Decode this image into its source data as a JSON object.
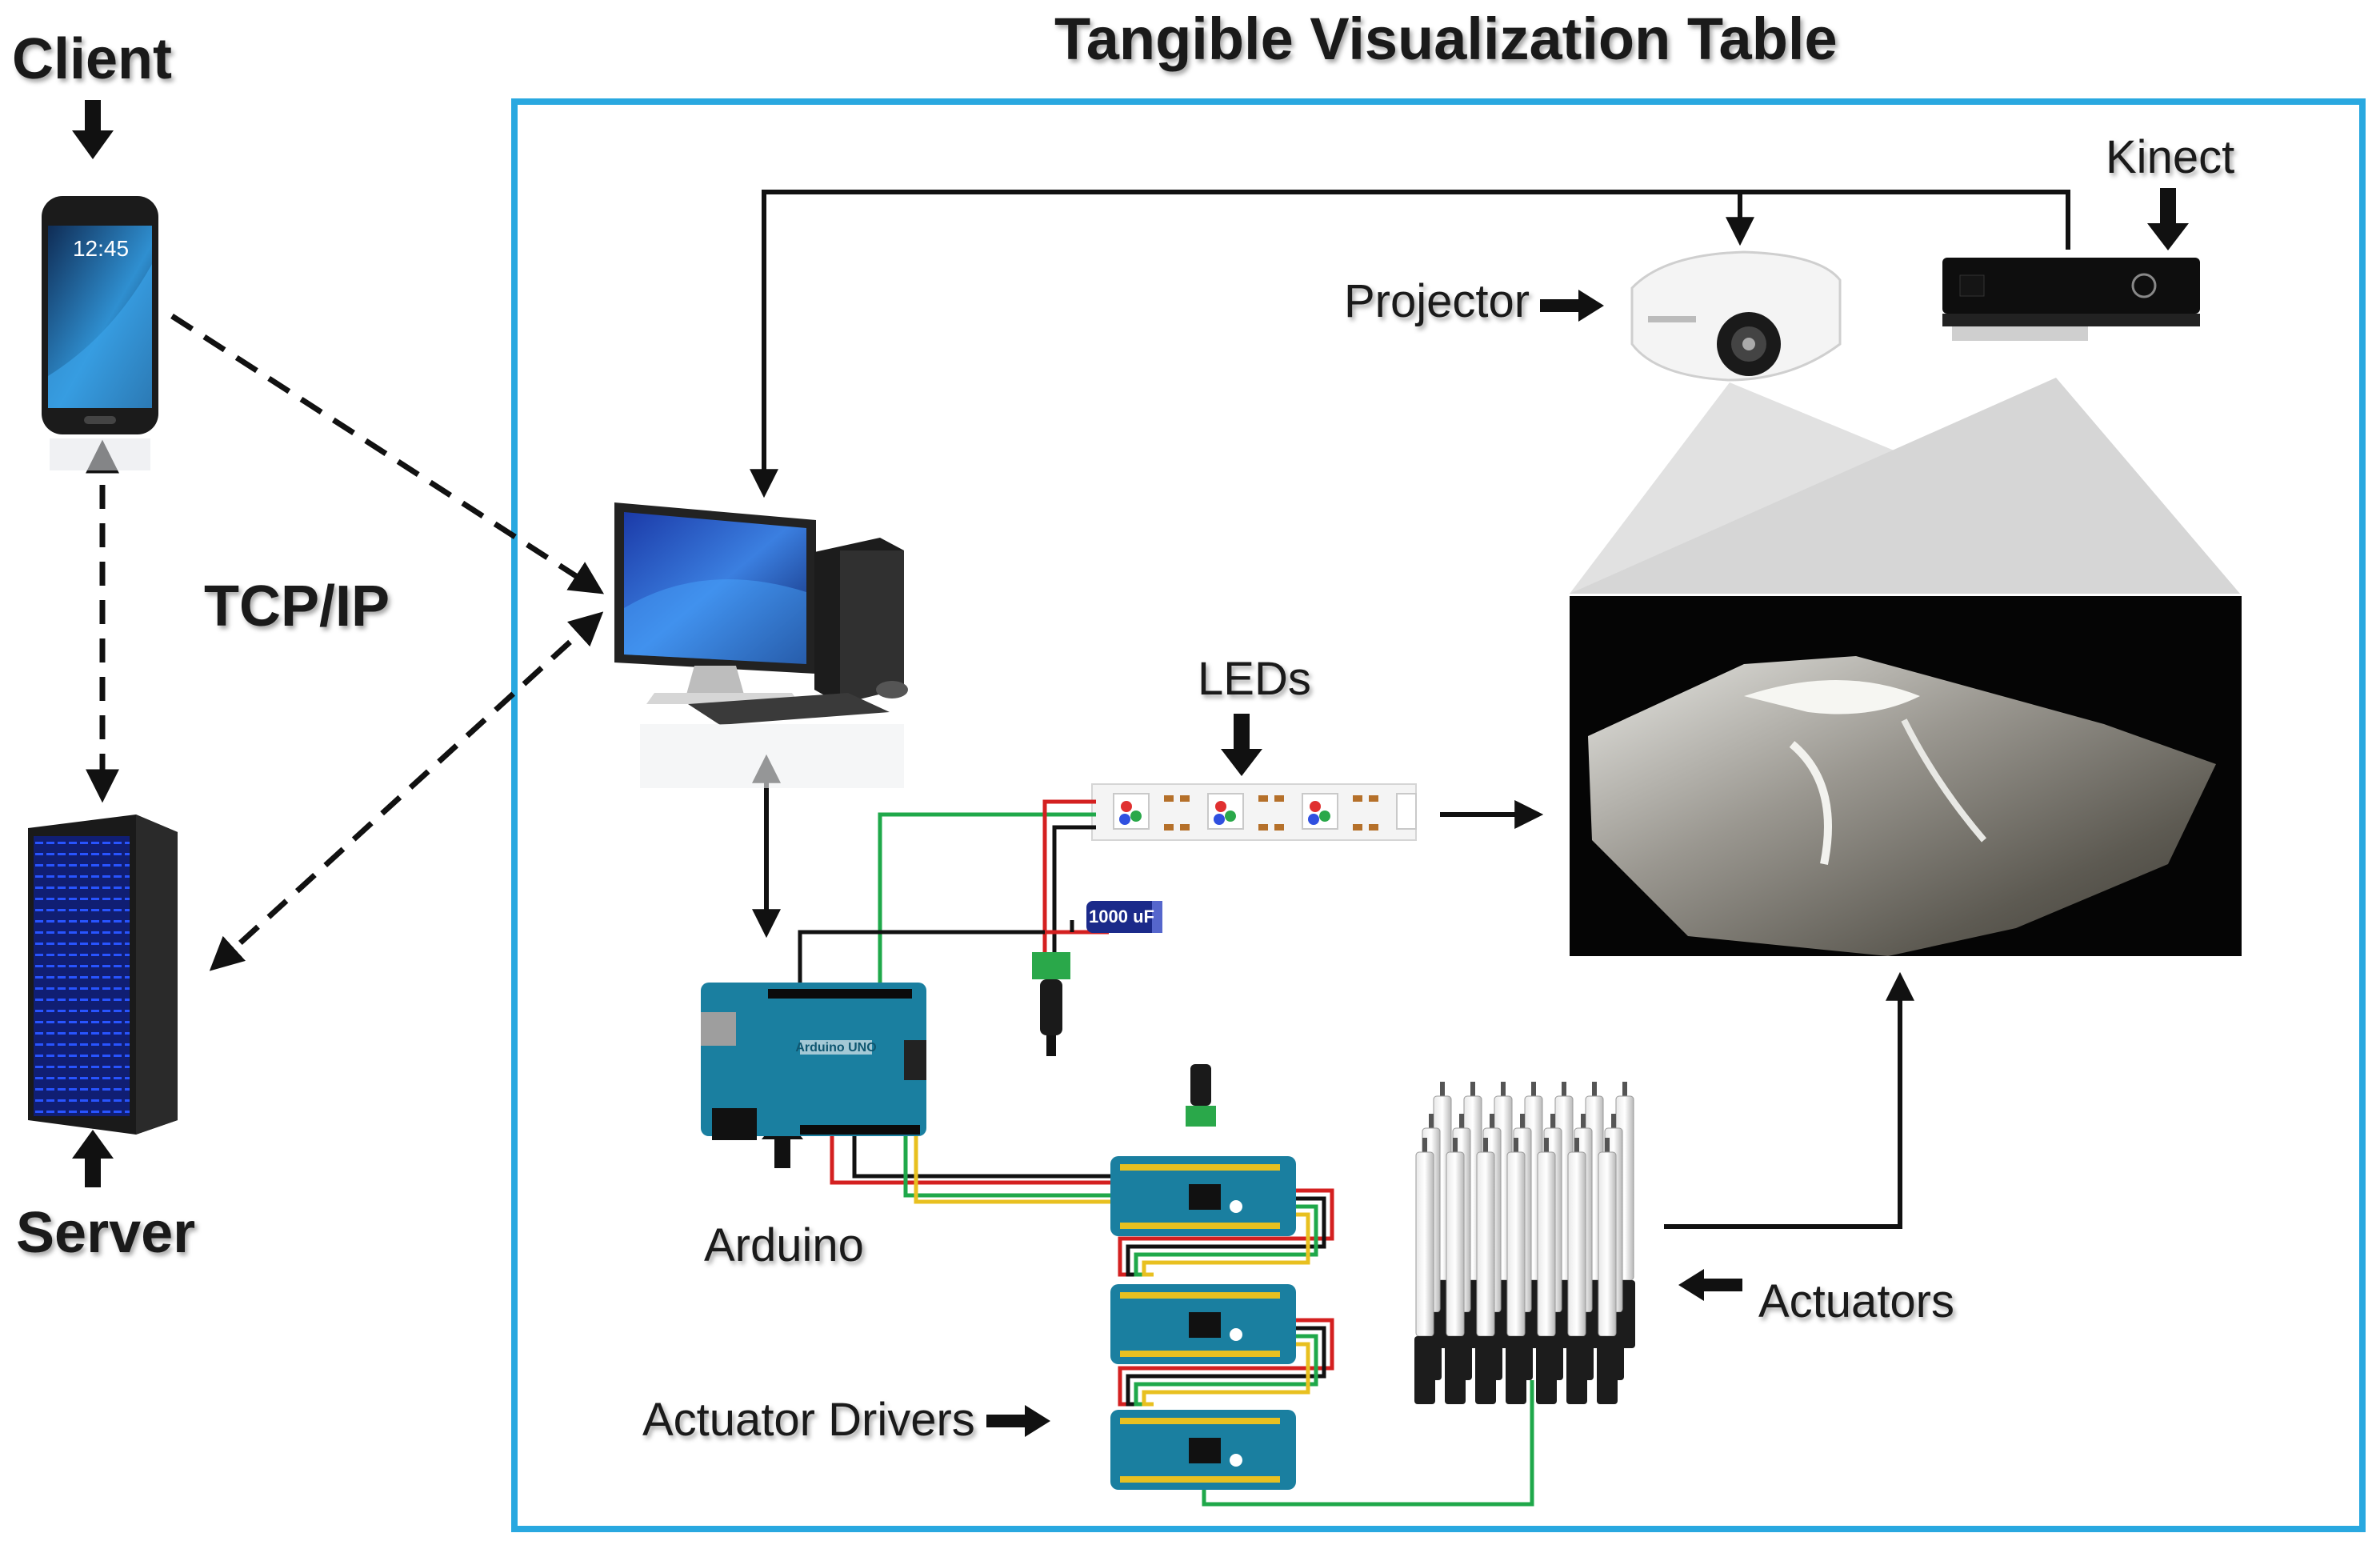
{
  "diagram": {
    "title": "Tangible Visualization Table",
    "labels": {
      "client": "Client",
      "server": "Server",
      "tcpip": "TCP/IP",
      "projector": "Projector",
      "kinect": "Kinect",
      "leds": "LEDs",
      "arduino": "Arduino",
      "actuators": "Actuators",
      "actuator_drivers": "Actuator Drivers"
    },
    "component_text": {
      "capacitor": "1000 uF",
      "arduino_board": "Arduino UNO",
      "phone_clock": "12:45"
    },
    "colors": {
      "table_border": "#29a8e0",
      "board_teal": "#1a7fa0",
      "wire_green": "#1fa84a",
      "wire_red": "#d42020",
      "wire_yellow": "#e8c020",
      "wire_black": "#111111",
      "server_blue": "#1e46ff"
    },
    "icons": [
      "smartphone",
      "server-rack",
      "desktop-computer",
      "projector",
      "kinect-sensor",
      "led-strip",
      "capacitor",
      "dc-jack",
      "arduino-board",
      "pwm-driver-board",
      "linear-actuator-array",
      "terrain-surface"
    ]
  }
}
